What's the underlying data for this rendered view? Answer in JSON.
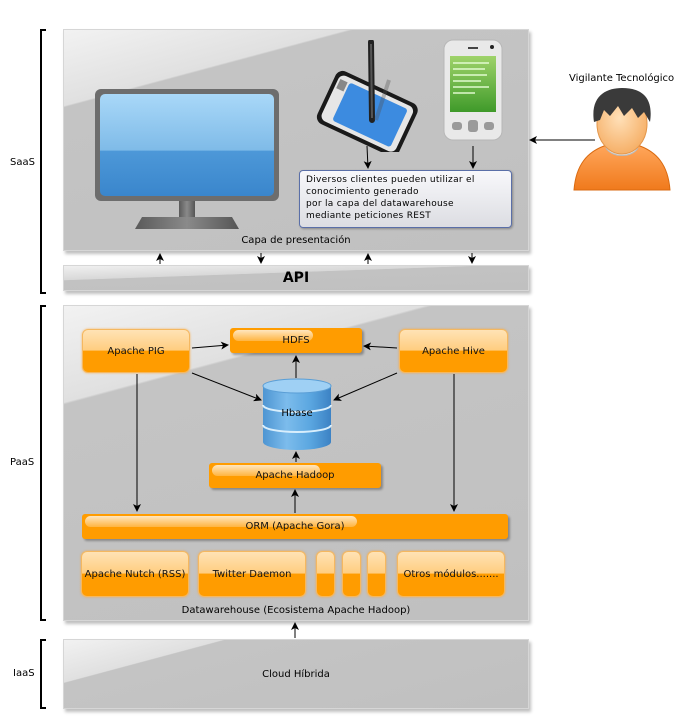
{
  "layers": {
    "saas": {
      "label": "SaaS"
    },
    "paas": {
      "label": "PaaS"
    },
    "iaas": {
      "label": "IaaS"
    }
  },
  "presentation": {
    "label": "Capa de presentación",
    "note_lines": [
      "Diversos clientes pueden utilizar el",
      "conocimiento generado",
      "por la capa del datawarehouse",
      "mediante peticiones REST"
    ],
    "devices": [
      "desktop-monitor",
      "graphics-tablet",
      "pda-phone"
    ]
  },
  "actor": {
    "label": "Vigilante Tecnológico"
  },
  "api": {
    "label": "API"
  },
  "datawarehouse": {
    "label": "Datawarehouse (Ecosistema Apache Hadoop)",
    "components": {
      "pig": "Apache PIG",
      "hdfs": "HDFS",
      "hive": "Apache Hive",
      "hbase": "Hbase",
      "hadoop": "Apache Hadoop",
      "orm": "ORM (Apache Gora)"
    },
    "modules": [
      "Apache Nutch (RSS)",
      "Twitter Daemon",
      "",
      "",
      "",
      "Otros módulos......."
    ]
  },
  "infrastructure": {
    "label": "Cloud Híbrida"
  },
  "colors": {
    "component_orange": "#ff9c00",
    "panel_gray": "#c0c0c0",
    "hbase_blue": "#5aa6e0",
    "note_border": "#5a6fa8",
    "actor_orange": "#f58a2a"
  }
}
